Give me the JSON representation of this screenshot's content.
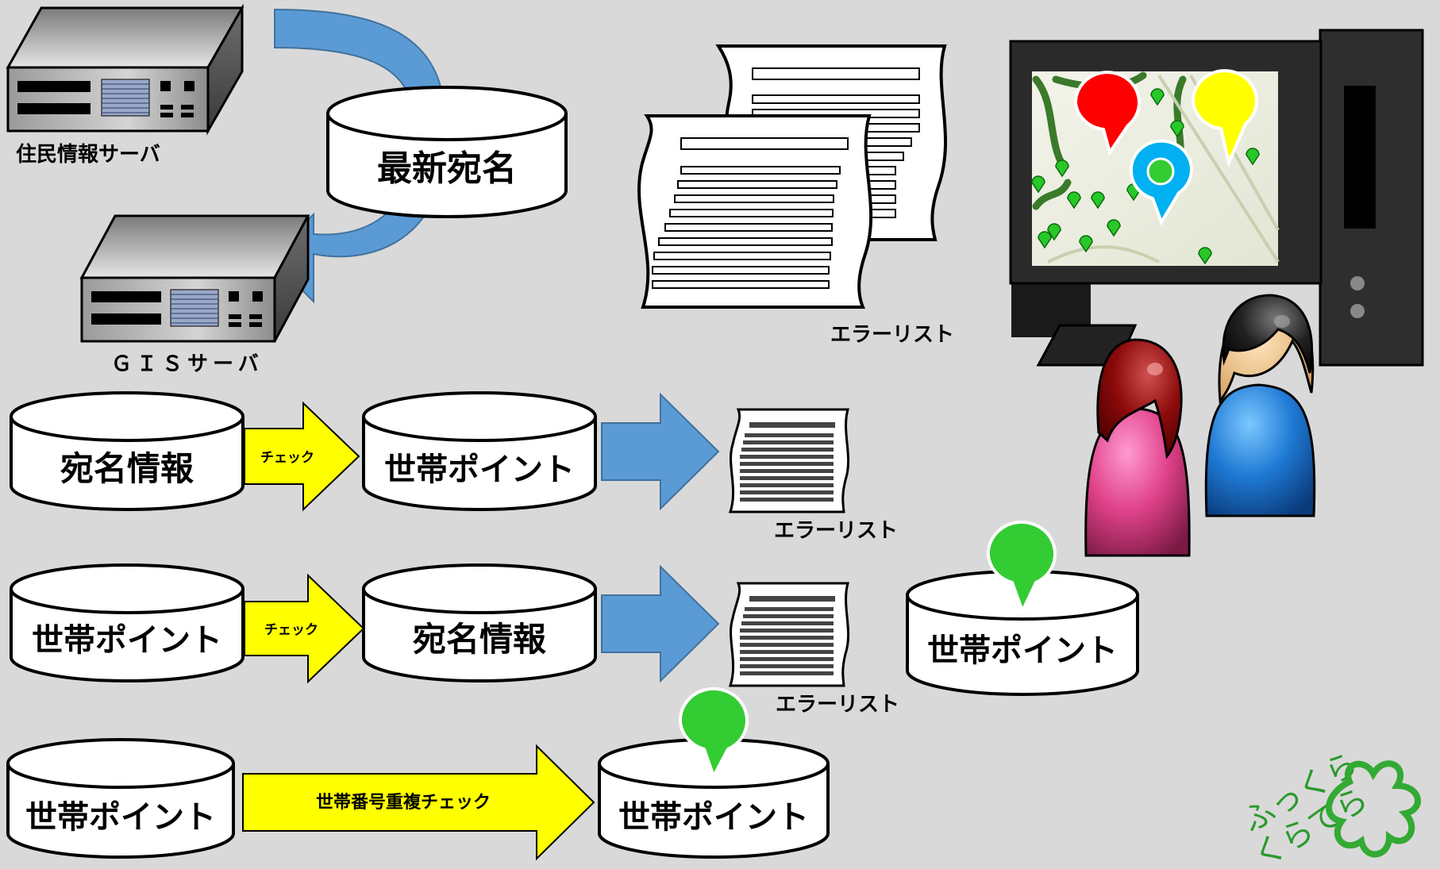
{
  "servers": {
    "resident_server_label": "住民情報サーバ",
    "gis_server_label": "ＧＩＳサーバ"
  },
  "top_db": {
    "label": "最新宛名"
  },
  "error_lists": {
    "top_label": "エラーリスト",
    "row1_label": "エラーリスト",
    "row2_label": "エラーリスト"
  },
  "rows": [
    {
      "source": "宛名情報",
      "check": "チェック",
      "target": "世帯ポイント"
    },
    {
      "source": "世帯ポイント",
      "check": "チェック",
      "target": "宛名情報"
    },
    {
      "source": "世帯ポイント",
      "check": "世帯番号重複チェック",
      "target": "世帯ポイント"
    }
  ],
  "result_db": {
    "label": "世帯ポイント"
  },
  "logo": {
    "text": "ふっくらくらてら"
  },
  "colors": {
    "background": "#d9d9d9",
    "flow_arrow": "#5b9bd5",
    "check_arrow": "#ffff00",
    "pin_green": "#33cc33",
    "pin_red": "#ff0000",
    "pin_yellow": "#ffff00",
    "pin_blue": "#00b0f0",
    "logo_green": "#33aa33"
  }
}
